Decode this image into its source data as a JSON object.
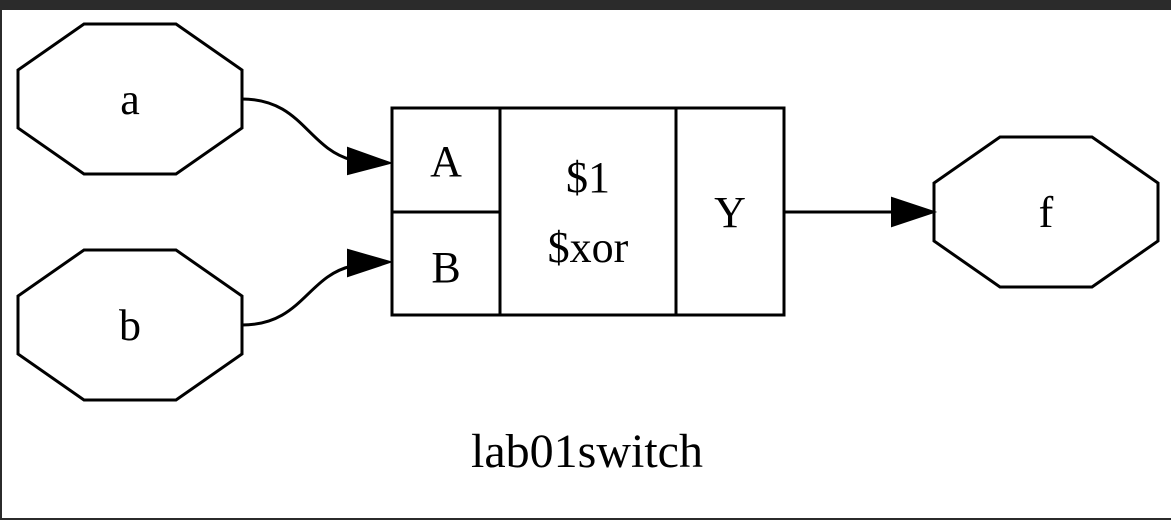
{
  "diagram": {
    "title": "lab01switch",
    "inputs": [
      {
        "id": "a",
        "label": "a"
      },
      {
        "id": "b",
        "label": "b"
      }
    ],
    "outputs": [
      {
        "id": "f",
        "label": "f"
      }
    ],
    "cell": {
      "name": "$1",
      "type": "$xor",
      "in_ports": [
        "A",
        "B"
      ],
      "out_port": "Y"
    },
    "edges": [
      {
        "from": "a",
        "to": "A"
      },
      {
        "from": "b",
        "to": "B"
      },
      {
        "from": "Y",
        "to": "f"
      }
    ]
  }
}
